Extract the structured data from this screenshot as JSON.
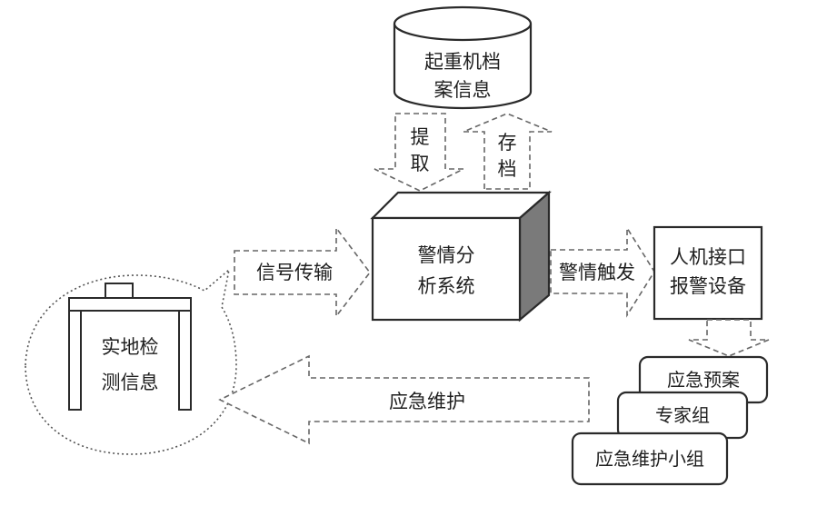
{
  "archive_db": {
    "line1": "起重机档",
    "line2": "案信息"
  },
  "extract_arrow": {
    "line1": "提",
    "line2": "取"
  },
  "store_arrow": {
    "line1": "存",
    "line2": "档"
  },
  "analysis_system": {
    "line1": "警情分",
    "line2": "析系统"
  },
  "signal_arrow": {
    "label": "信号传输"
  },
  "trigger_arrow": {
    "label": "警情触发"
  },
  "hmi_device": {
    "line1": "人机接口",
    "line2": "报警设备"
  },
  "field_detection": {
    "line1": "实地检",
    "line2": "测信息"
  },
  "maintenance_arrow": {
    "label": "应急维护"
  },
  "response_cards": [
    "应急预案",
    "专家组",
    "应急维护小组"
  ]
}
